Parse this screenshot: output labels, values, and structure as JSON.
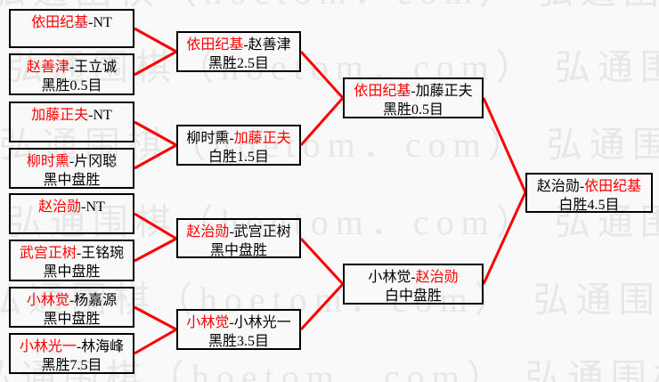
{
  "colors": {
    "background": "#f9f9f9",
    "connector": "#ff0000",
    "box_border": "#000000",
    "winner_text": "#ff0000",
    "normal_text": "#000000",
    "watermark": "#e7e7e7"
  },
  "watermark": {
    "text": "弘通围棋（hoetom．com）"
  },
  "bracket": {
    "round1": {
      "m1": {
        "seg": [
          {
            "t": "依田纪基",
            "c": "#ff0000"
          },
          {
            "t": "-NT",
            "c": "#000000"
          }
        ],
        "result": ""
      },
      "m2": {
        "seg": [
          {
            "t": "赵善津",
            "c": "#ff0000"
          },
          {
            "t": "-王立诚",
            "c": "#000000"
          }
        ],
        "result": "黑胜0.5目"
      },
      "m3": {
        "seg": [
          {
            "t": "加藤正夫",
            "c": "#ff0000"
          },
          {
            "t": "-NT",
            "c": "#000000"
          }
        ],
        "result": ""
      },
      "m4": {
        "seg": [
          {
            "t": "柳时熏",
            "c": "#ff0000"
          },
          {
            "t": "-片冈聪",
            "c": "#000000"
          }
        ],
        "result": "黑中盘胜"
      },
      "m5": {
        "seg": [
          {
            "t": "赵治勋",
            "c": "#ff0000"
          },
          {
            "t": "-NT",
            "c": "#000000"
          }
        ],
        "result": ""
      },
      "m6": {
        "seg": [
          {
            "t": "武宫正树",
            "c": "#ff0000"
          },
          {
            "t": "-王铭琬",
            "c": "#000000"
          }
        ],
        "result": "黑中盘胜"
      },
      "m7": {
        "seg": [
          {
            "t": "小林觉",
            "c": "#ff0000"
          },
          {
            "t": "-杨嘉源",
            "c": "#000000"
          }
        ],
        "result": "黑中盘胜"
      },
      "m8": {
        "seg": [
          {
            "t": "小林光一",
            "c": "#ff0000"
          },
          {
            "t": "-林海峰",
            "c": "#000000"
          }
        ],
        "result": "黑胜7.5目"
      }
    },
    "round2": {
      "m1": {
        "seg": [
          {
            "t": "依田纪基",
            "c": "#ff0000"
          },
          {
            "t": "-赵善津",
            "c": "#000000"
          }
        ],
        "result": "黑胜2.5目"
      },
      "m2": {
        "seg": [
          {
            "t": "柳时熏-",
            "c": "#000000"
          },
          {
            "t": "加藤正夫",
            "c": "#ff0000"
          }
        ],
        "result": "白胜1.5目"
      },
      "m3": {
        "seg": [
          {
            "t": "赵治勋",
            "c": "#ff0000"
          },
          {
            "t": "-武宫正树",
            "c": "#000000"
          }
        ],
        "result": "黑中盘胜"
      },
      "m4": {
        "seg": [
          {
            "t": "小林觉",
            "c": "#ff0000"
          },
          {
            "t": "-小林光一",
            "c": "#000000"
          }
        ],
        "result": "黑胜3.5目"
      }
    },
    "semifinals": {
      "m1": {
        "seg": [
          {
            "t": "依田纪基",
            "c": "#ff0000"
          },
          {
            "t": "-加藤正夫",
            "c": "#000000"
          }
        ],
        "result": "黑胜0.5目"
      },
      "m2": {
        "seg": [
          {
            "t": "小林觉-",
            "c": "#000000"
          },
          {
            "t": "赵治勋",
            "c": "#ff0000"
          }
        ],
        "result": "白中盘胜"
      }
    },
    "final": {
      "m1": {
        "seg": [
          {
            "t": "赵治勋-",
            "c": "#000000"
          },
          {
            "t": "依田纪基",
            "c": "#ff0000"
          }
        ],
        "result": "白胜4.5目"
      }
    }
  }
}
